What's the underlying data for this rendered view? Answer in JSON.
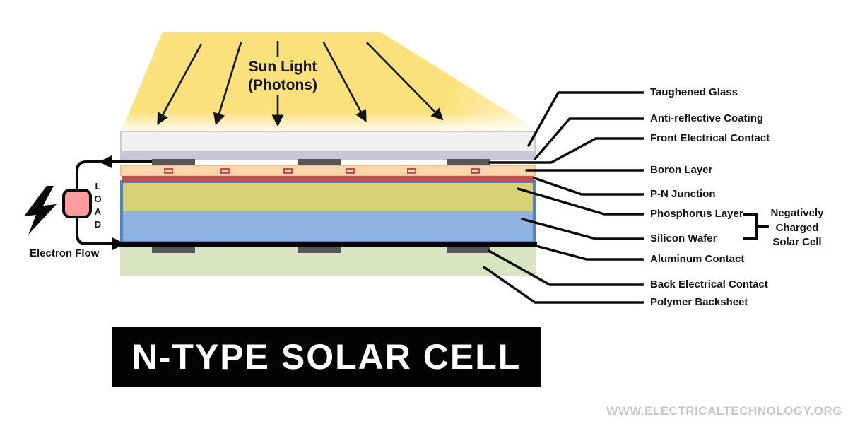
{
  "diagram_title": "N-TYPE SOLAR CELL",
  "sun": {
    "line1": "Sun Light",
    "line2": "(Photons)"
  },
  "layer_labels": [
    "Taughened Glass",
    "Anti-reflective Coating",
    "Front Electrical Contact",
    "Boron Layer",
    "P-N Junction",
    "Phosphorus Layer",
    "Silicon Wafer",
    "Aluminum Contact",
    "Back Electrical Contact",
    "Polymer Backsheet"
  ],
  "negative_charge": {
    "line1": "Negatively",
    "line2": "Charged",
    "line3": "Solar Cell"
  },
  "circuit": {
    "load": "LOAD",
    "electron_flow": "Electron Flow"
  },
  "watermark": "WWW.ELECTRICALTECHNOLOGY.ORG",
  "colors": {
    "sunlight": "#FBE17B",
    "tempered_glass": "#F0F0F0",
    "anti_reflective_coating": "#C9C5D8",
    "electrical_contact": "#575757",
    "boron_layer": "#FBD6AE",
    "boron_pad_border": "#BF4F4F",
    "pn_junction": "#C04E52",
    "phosphorus_layer": "#D8D275",
    "silicon_wafer": "#8FB2E2",
    "silicon_border": "#4D82C8",
    "back_contact": "#000000",
    "polymer_backsheet": "#D8E4C2",
    "load_box": "#FB9B9B",
    "banner_background": "#030303",
    "banner_text": "#FFFFFF",
    "watermark_text": "#C5C8CA"
  }
}
